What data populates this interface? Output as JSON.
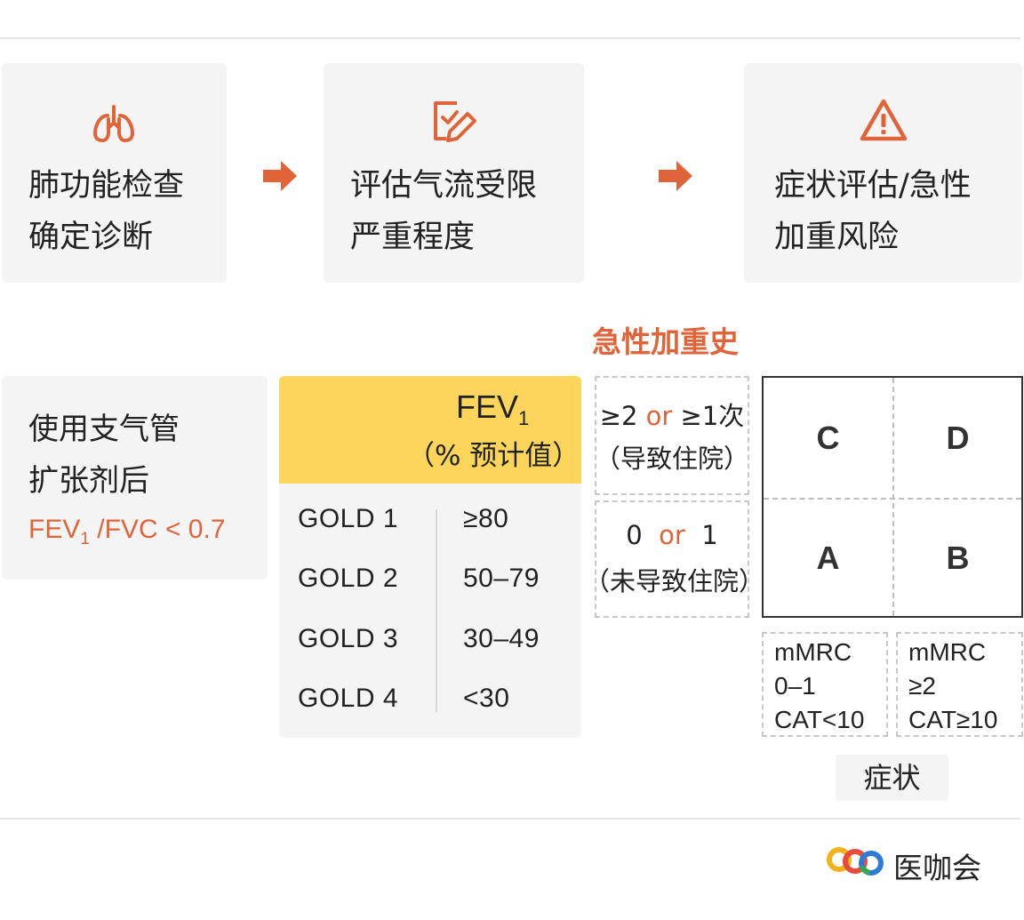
{
  "steps": [
    {
      "icon": "lungs-icon",
      "line1": "肺功能检查",
      "line2": "确定诊断"
    },
    {
      "icon": "edit-document-icon",
      "line1": "评估气流受限",
      "line2": "严重程度"
    },
    {
      "icon": "warning-icon",
      "line1": "症状评估/急性",
      "line2": "加重风险"
    }
  ],
  "post_bronchodilator": {
    "line1": "使用支气管",
    "line2": "扩张剂后",
    "ratio_prefix": "FEV",
    "ratio_sub": "1",
    "ratio_suffix": " /FVC < 0.7"
  },
  "fev_table": {
    "header_main": "FEV",
    "header_sub": "1",
    "header_line2": "（% 预计值）",
    "rows": [
      {
        "grade": "GOLD 1",
        "value": "≥80"
      },
      {
        "grade": "GOLD 2",
        "value": "50–79"
      },
      {
        "grade": "GOLD 3",
        "value": "30–49"
      },
      {
        "grade": "GOLD 4",
        "value": "<30"
      }
    ]
  },
  "exacerbation_history": {
    "title": "急性加重史",
    "high": {
      "left": "≥2",
      "or": "or",
      "right": "≥1次",
      "note": "（导致住院）"
    },
    "low": {
      "left": "0",
      "or": "or",
      "right": "1",
      "note": "（未导致住院）"
    }
  },
  "abcd_grid": {
    "top_left": "C",
    "top_right": "D",
    "bottom_left": "A",
    "bottom_right": "B"
  },
  "symptom_criteria": [
    {
      "text": "mMRC\n0–1\nCAT<10"
    },
    {
      "text": "mMRC\n≥2\nCAT≥10"
    }
  ],
  "symptom_label": "症状",
  "brand": {
    "name": "医咖会"
  },
  "colors": {
    "accent": "#e0643a",
    "header_yellow": "#fdd55b",
    "card_bg": "#f4f4f4"
  }
}
